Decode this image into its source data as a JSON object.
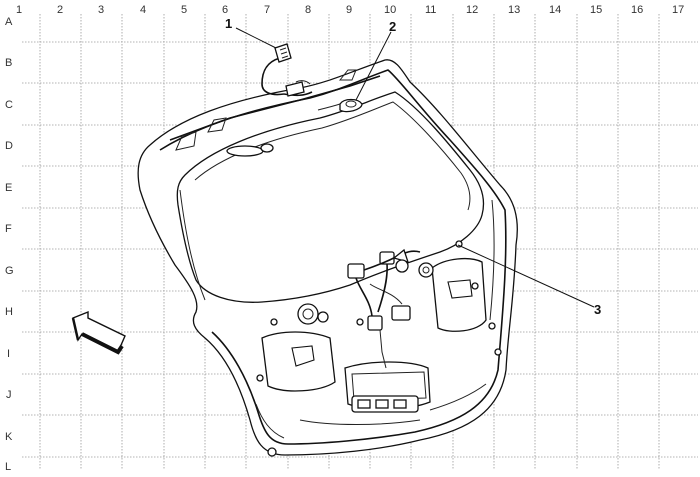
{
  "grid": {
    "columns": [
      "1",
      "2",
      "3",
      "4",
      "5",
      "6",
      "7",
      "8",
      "9",
      "10",
      "11",
      "12",
      "13",
      "14",
      "15",
      "16",
      "17"
    ],
    "rows": [
      "A",
      "B",
      "C",
      "D",
      "E",
      "F",
      "G",
      "H",
      "I",
      "J",
      "K",
      "L"
    ]
  },
  "callouts": [
    {
      "id": "1",
      "label": "1"
    },
    {
      "id": "2",
      "label": "2"
    },
    {
      "id": "3",
      "label": "3"
    }
  ],
  "icons": {
    "view_direction": "view-direction-arrow-icon",
    "connector": "electrical-connector-icon"
  },
  "colors": {
    "line": "#111111",
    "grid": "#9a9a9a",
    "background": "#ffffff"
  }
}
